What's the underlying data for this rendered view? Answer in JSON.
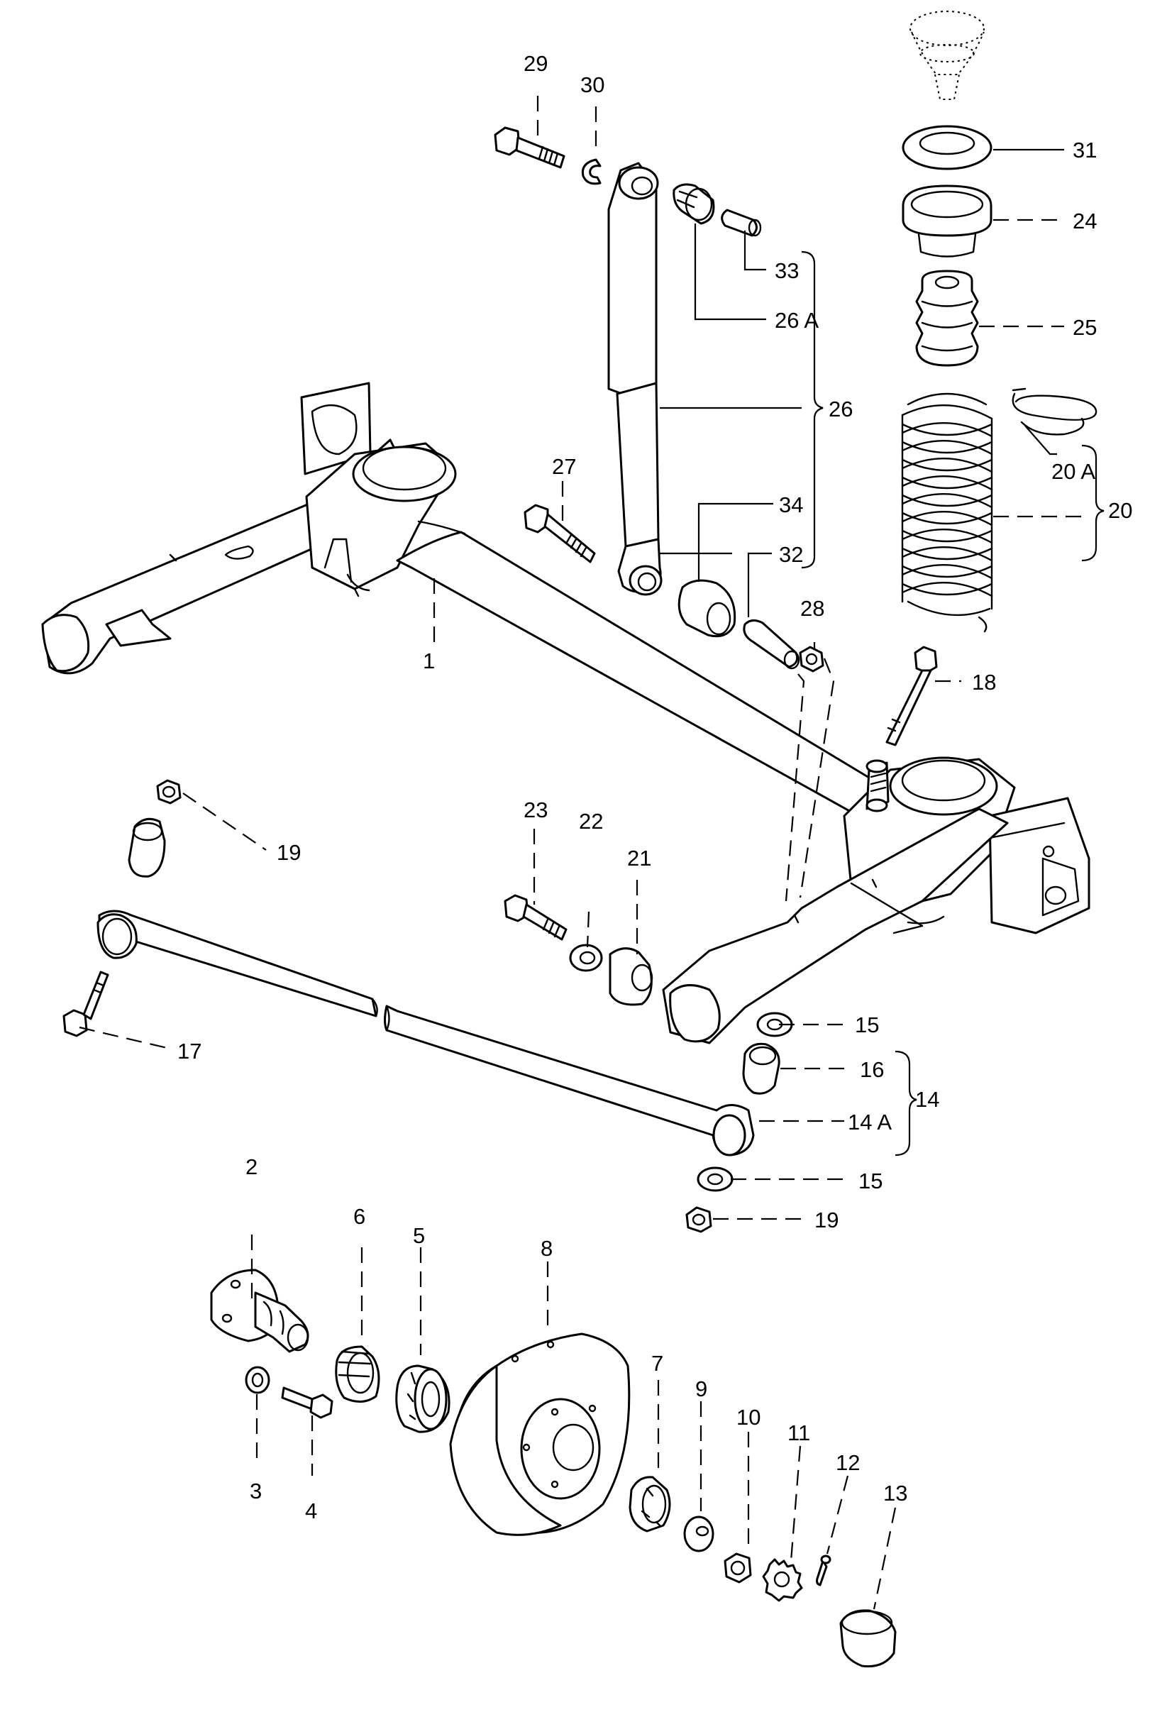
{
  "diagram": {
    "type": "exploded parts diagram",
    "line_color": "#000000",
    "background": "#ffffff",
    "callouts": [
      {
        "id": "c1",
        "text": "1"
      },
      {
        "id": "c2",
        "text": "2"
      },
      {
        "id": "c3",
        "text": "3"
      },
      {
        "id": "c4",
        "text": "4"
      },
      {
        "id": "c5",
        "text": "5"
      },
      {
        "id": "c6",
        "text": "6"
      },
      {
        "id": "c7",
        "text": "7"
      },
      {
        "id": "c8",
        "text": "8"
      },
      {
        "id": "c9",
        "text": "9"
      },
      {
        "id": "c10",
        "text": "10"
      },
      {
        "id": "c11",
        "text": "11"
      },
      {
        "id": "c12",
        "text": "12"
      },
      {
        "id": "c13",
        "text": "13"
      },
      {
        "id": "c14",
        "text": "14"
      },
      {
        "id": "c14a",
        "text": "14 A"
      },
      {
        "id": "c15a",
        "text": "15"
      },
      {
        "id": "c15b",
        "text": "15"
      },
      {
        "id": "c16",
        "text": "16"
      },
      {
        "id": "c17",
        "text": "17"
      },
      {
        "id": "c18",
        "text": "18"
      },
      {
        "id": "c19a",
        "text": "19"
      },
      {
        "id": "c19b",
        "text": "19"
      },
      {
        "id": "c20",
        "text": "20"
      },
      {
        "id": "c20a",
        "text": "20 A"
      },
      {
        "id": "c21",
        "text": "21"
      },
      {
        "id": "c22",
        "text": "22"
      },
      {
        "id": "c23",
        "text": "23"
      },
      {
        "id": "c24",
        "text": "24"
      },
      {
        "id": "c25",
        "text": "25"
      },
      {
        "id": "c26",
        "text": "26"
      },
      {
        "id": "c26a",
        "text": "26 A"
      },
      {
        "id": "c27",
        "text": "27"
      },
      {
        "id": "c28",
        "text": "28"
      },
      {
        "id": "c29",
        "text": "29"
      },
      {
        "id": "c30",
        "text": "30"
      },
      {
        "id": "c31",
        "text": "31"
      },
      {
        "id": "c32",
        "text": "32"
      },
      {
        "id": "c33",
        "text": "33"
      },
      {
        "id": "c34",
        "text": "34"
      }
    ]
  }
}
